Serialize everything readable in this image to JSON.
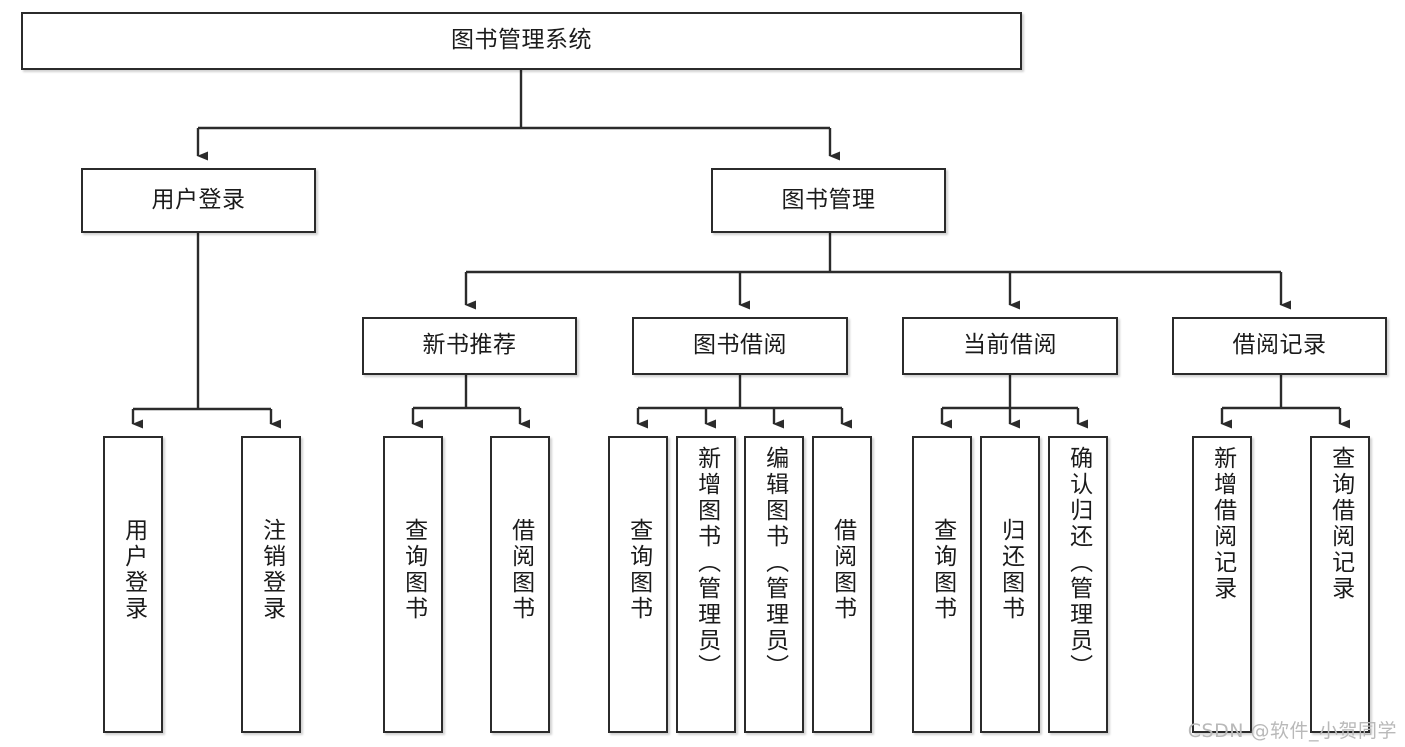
{
  "diagram": {
    "type": "tree-hierarchy-chart",
    "title": "图书管理系统",
    "stroke_color": "#2b2b2b",
    "fill_color": "#ffffff",
    "text_color": "#1b1b1b",
    "levels": {
      "level1": {
        "root": {
          "label": "图书管理系统"
        }
      },
      "level2": [
        {
          "label": "用户登录"
        },
        {
          "label": "图书管理"
        }
      ],
      "level3": [
        {
          "label": "新书推荐"
        },
        {
          "label": "图书借阅"
        },
        {
          "label": "当前借阅"
        },
        {
          "label": "借阅记录"
        }
      ],
      "level4": {
        "user_login_children": [
          {
            "label": "用户登录"
          },
          {
            "label": "注销登录"
          }
        ],
        "new_book_children": [
          {
            "label": "查询图书"
          },
          {
            "label": "借阅图书"
          }
        ],
        "book_borrow_children": [
          {
            "label": "查询图书"
          },
          {
            "label": "新增图书（管理员）"
          },
          {
            "label": "编辑图书（管理员）"
          },
          {
            "label": "借阅图书"
          }
        ],
        "current_borrow_children": [
          {
            "label": "查询图书"
          },
          {
            "label": "归还图书"
          },
          {
            "label": "确认归还（管理员）"
          }
        ],
        "borrow_record_children": [
          {
            "label": "新增借阅记录"
          },
          {
            "label": "查询借阅记录"
          }
        ]
      }
    }
  },
  "watermark": {
    "text": "CSDN @软件_小贺同学",
    "color": "#b9b9b9"
  }
}
